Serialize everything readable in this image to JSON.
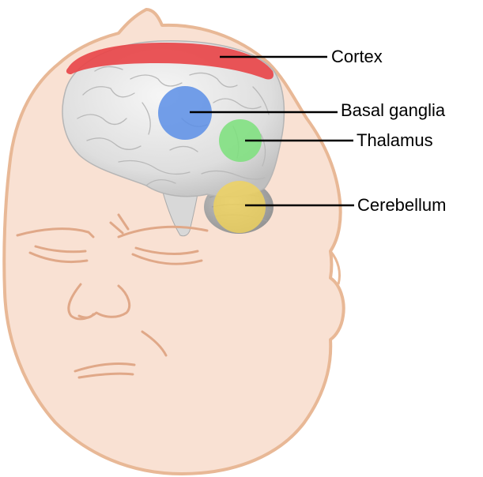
{
  "labels": {
    "cortex": "Cortex",
    "basal_ganglia": "Basal ganglia",
    "thalamus": "Thalamus",
    "cerebellum": "Cerebellum"
  },
  "colors": {
    "skin": "#f9e1d3",
    "skin_outline": "#e8b896",
    "brain": "#e9e9e9",
    "cortex": "#e8464a",
    "basal_ganglia": "#5a8ee6",
    "thalamus": "#7be07b",
    "cerebellum": "#f1d35a",
    "leader_line": "#000000"
  }
}
